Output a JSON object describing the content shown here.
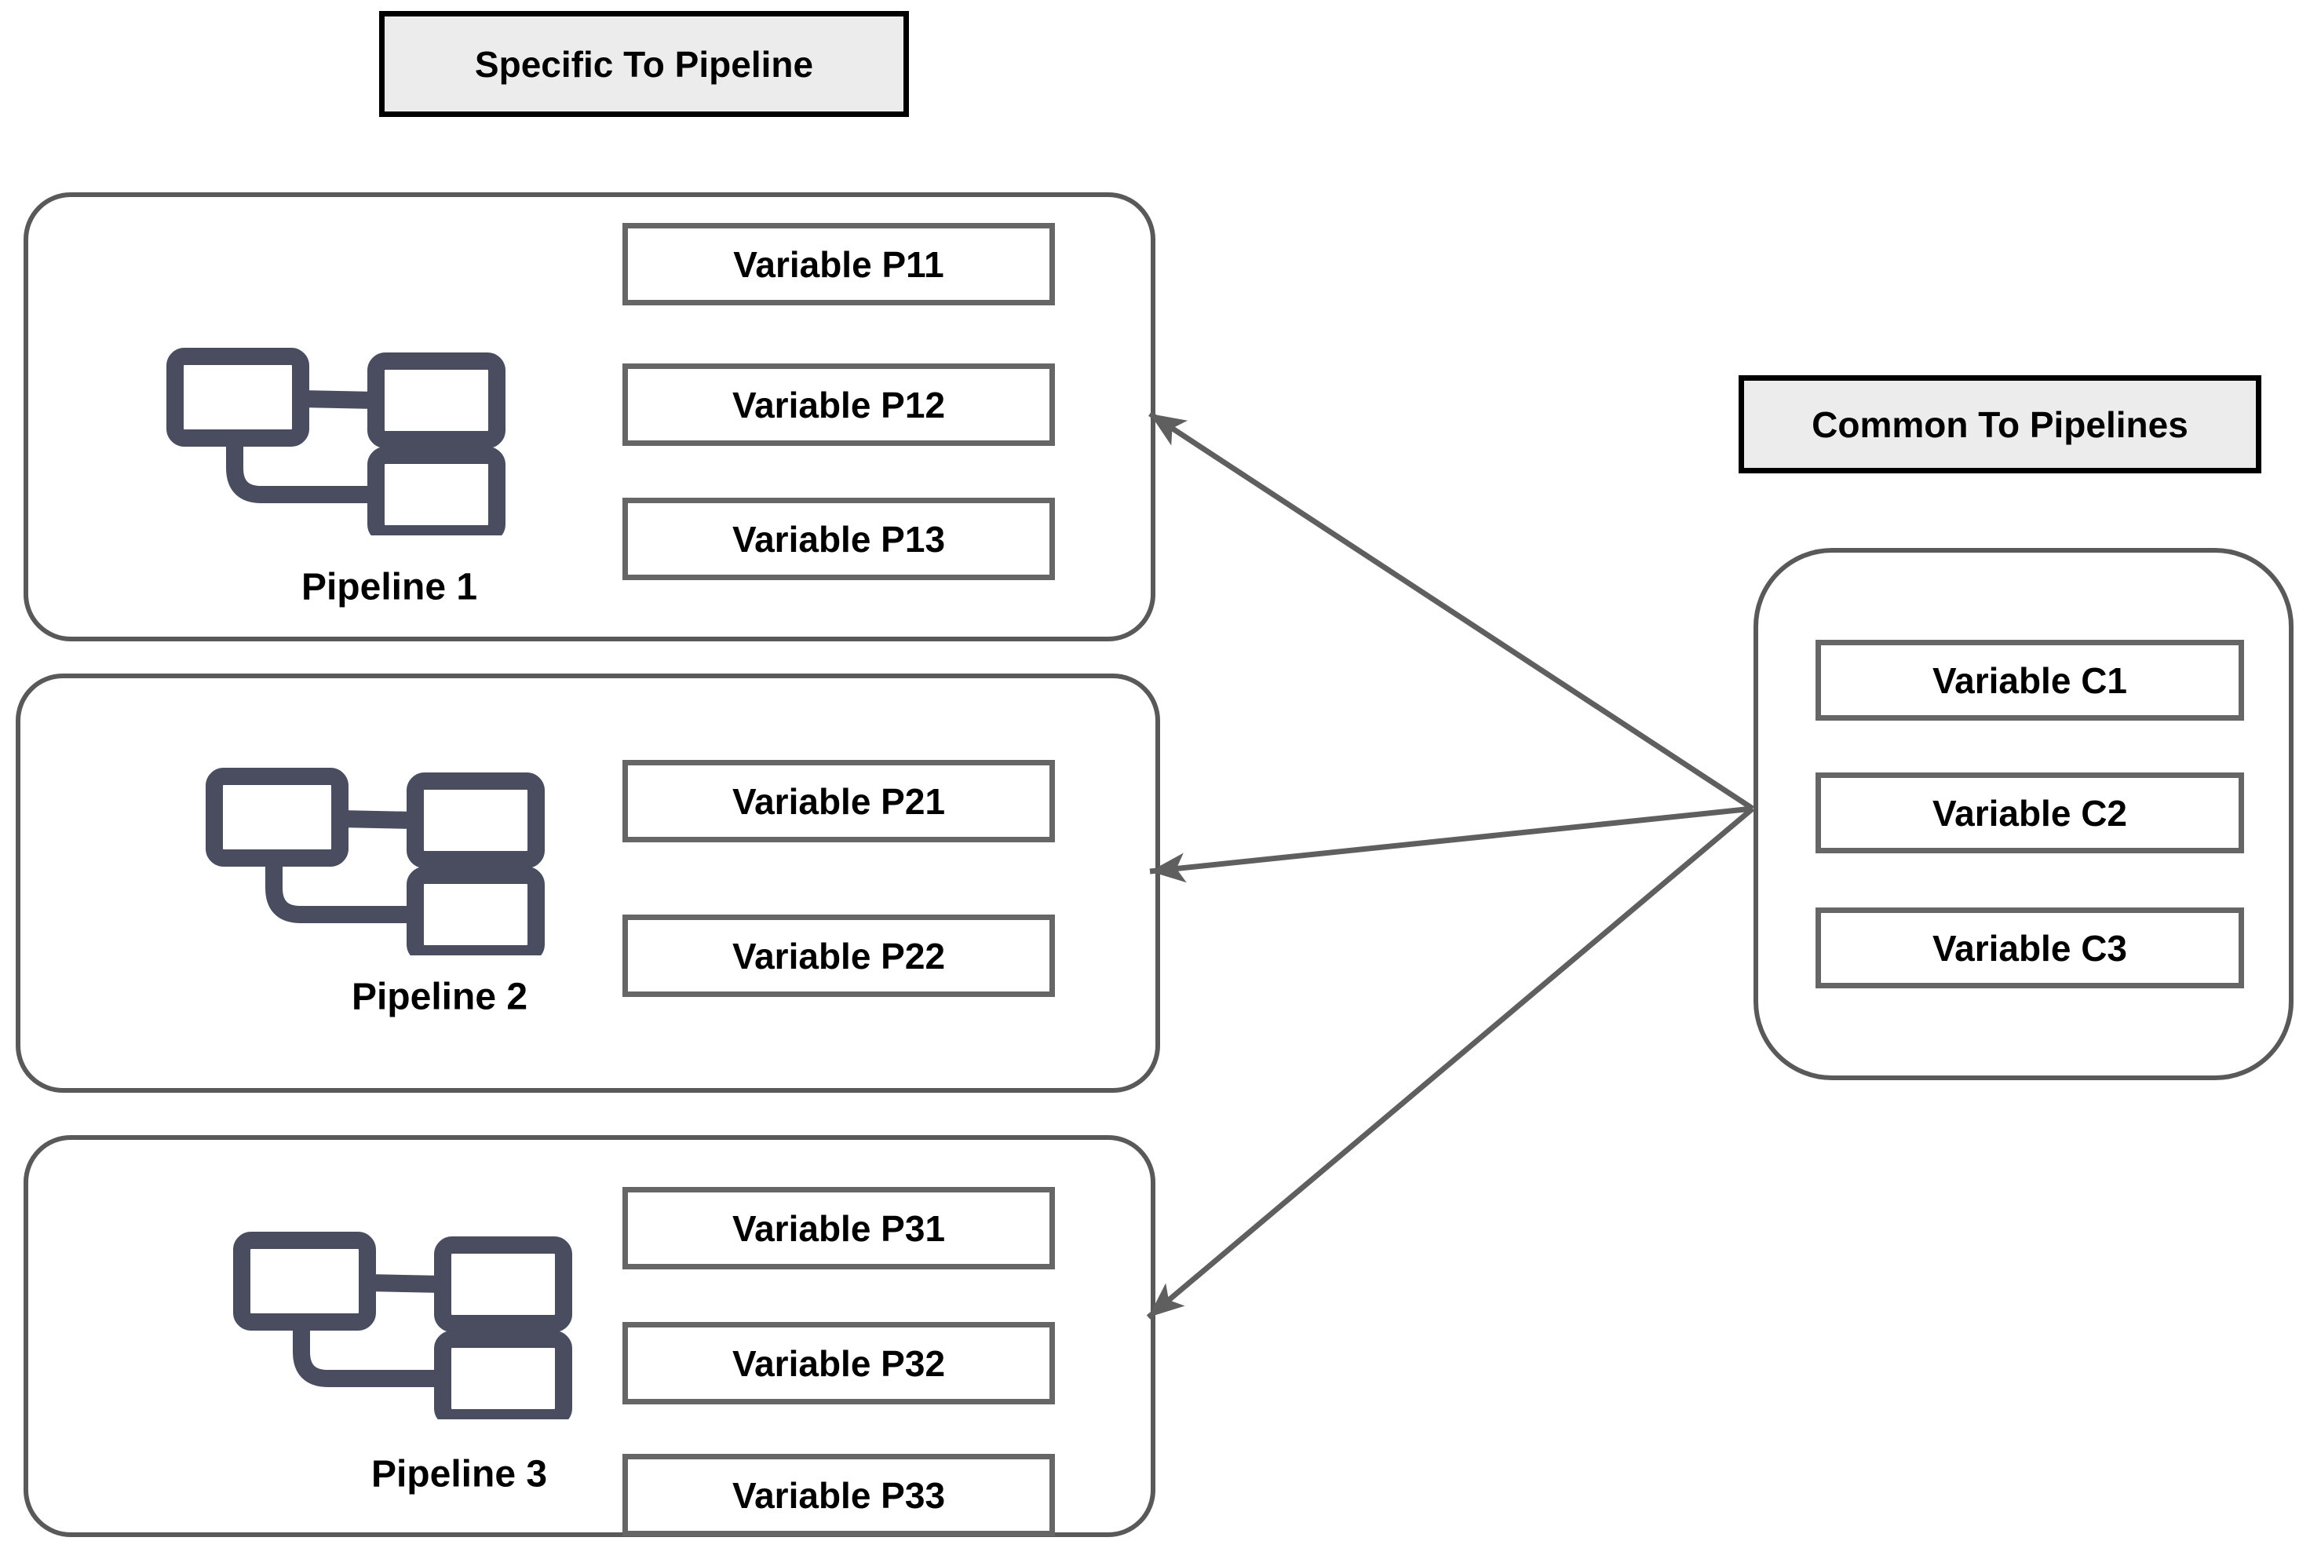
{
  "diagram": {
    "headers": {
      "specific": "Specific To Pipeline",
      "common": "Common To Pipelines"
    },
    "pipelines": [
      {
        "label": "Pipeline 1",
        "variables": [
          "Variable P11",
          "Variable P12",
          "Variable P13"
        ]
      },
      {
        "label": "Pipeline 2",
        "variables": [
          "Variable P21",
          "Variable P22"
        ]
      },
      {
        "label": "Pipeline 3",
        "variables": [
          "Variable P31",
          "Variable P32",
          "Variable P33"
        ]
      }
    ],
    "common_variables": [
      "Variable C1",
      "Variable C2",
      "Variable C3"
    ],
    "icons": {
      "pipeline_icon": "flow-diagram-icon"
    },
    "colors": {
      "background": "#ffffff",
      "container_border": "#595959",
      "variable_border": "#666666",
      "header_background": "#ececec",
      "header_border": "#000000",
      "icon": "#494d5f",
      "arrow": "#5f5f5f",
      "text": "#000000"
    }
  }
}
